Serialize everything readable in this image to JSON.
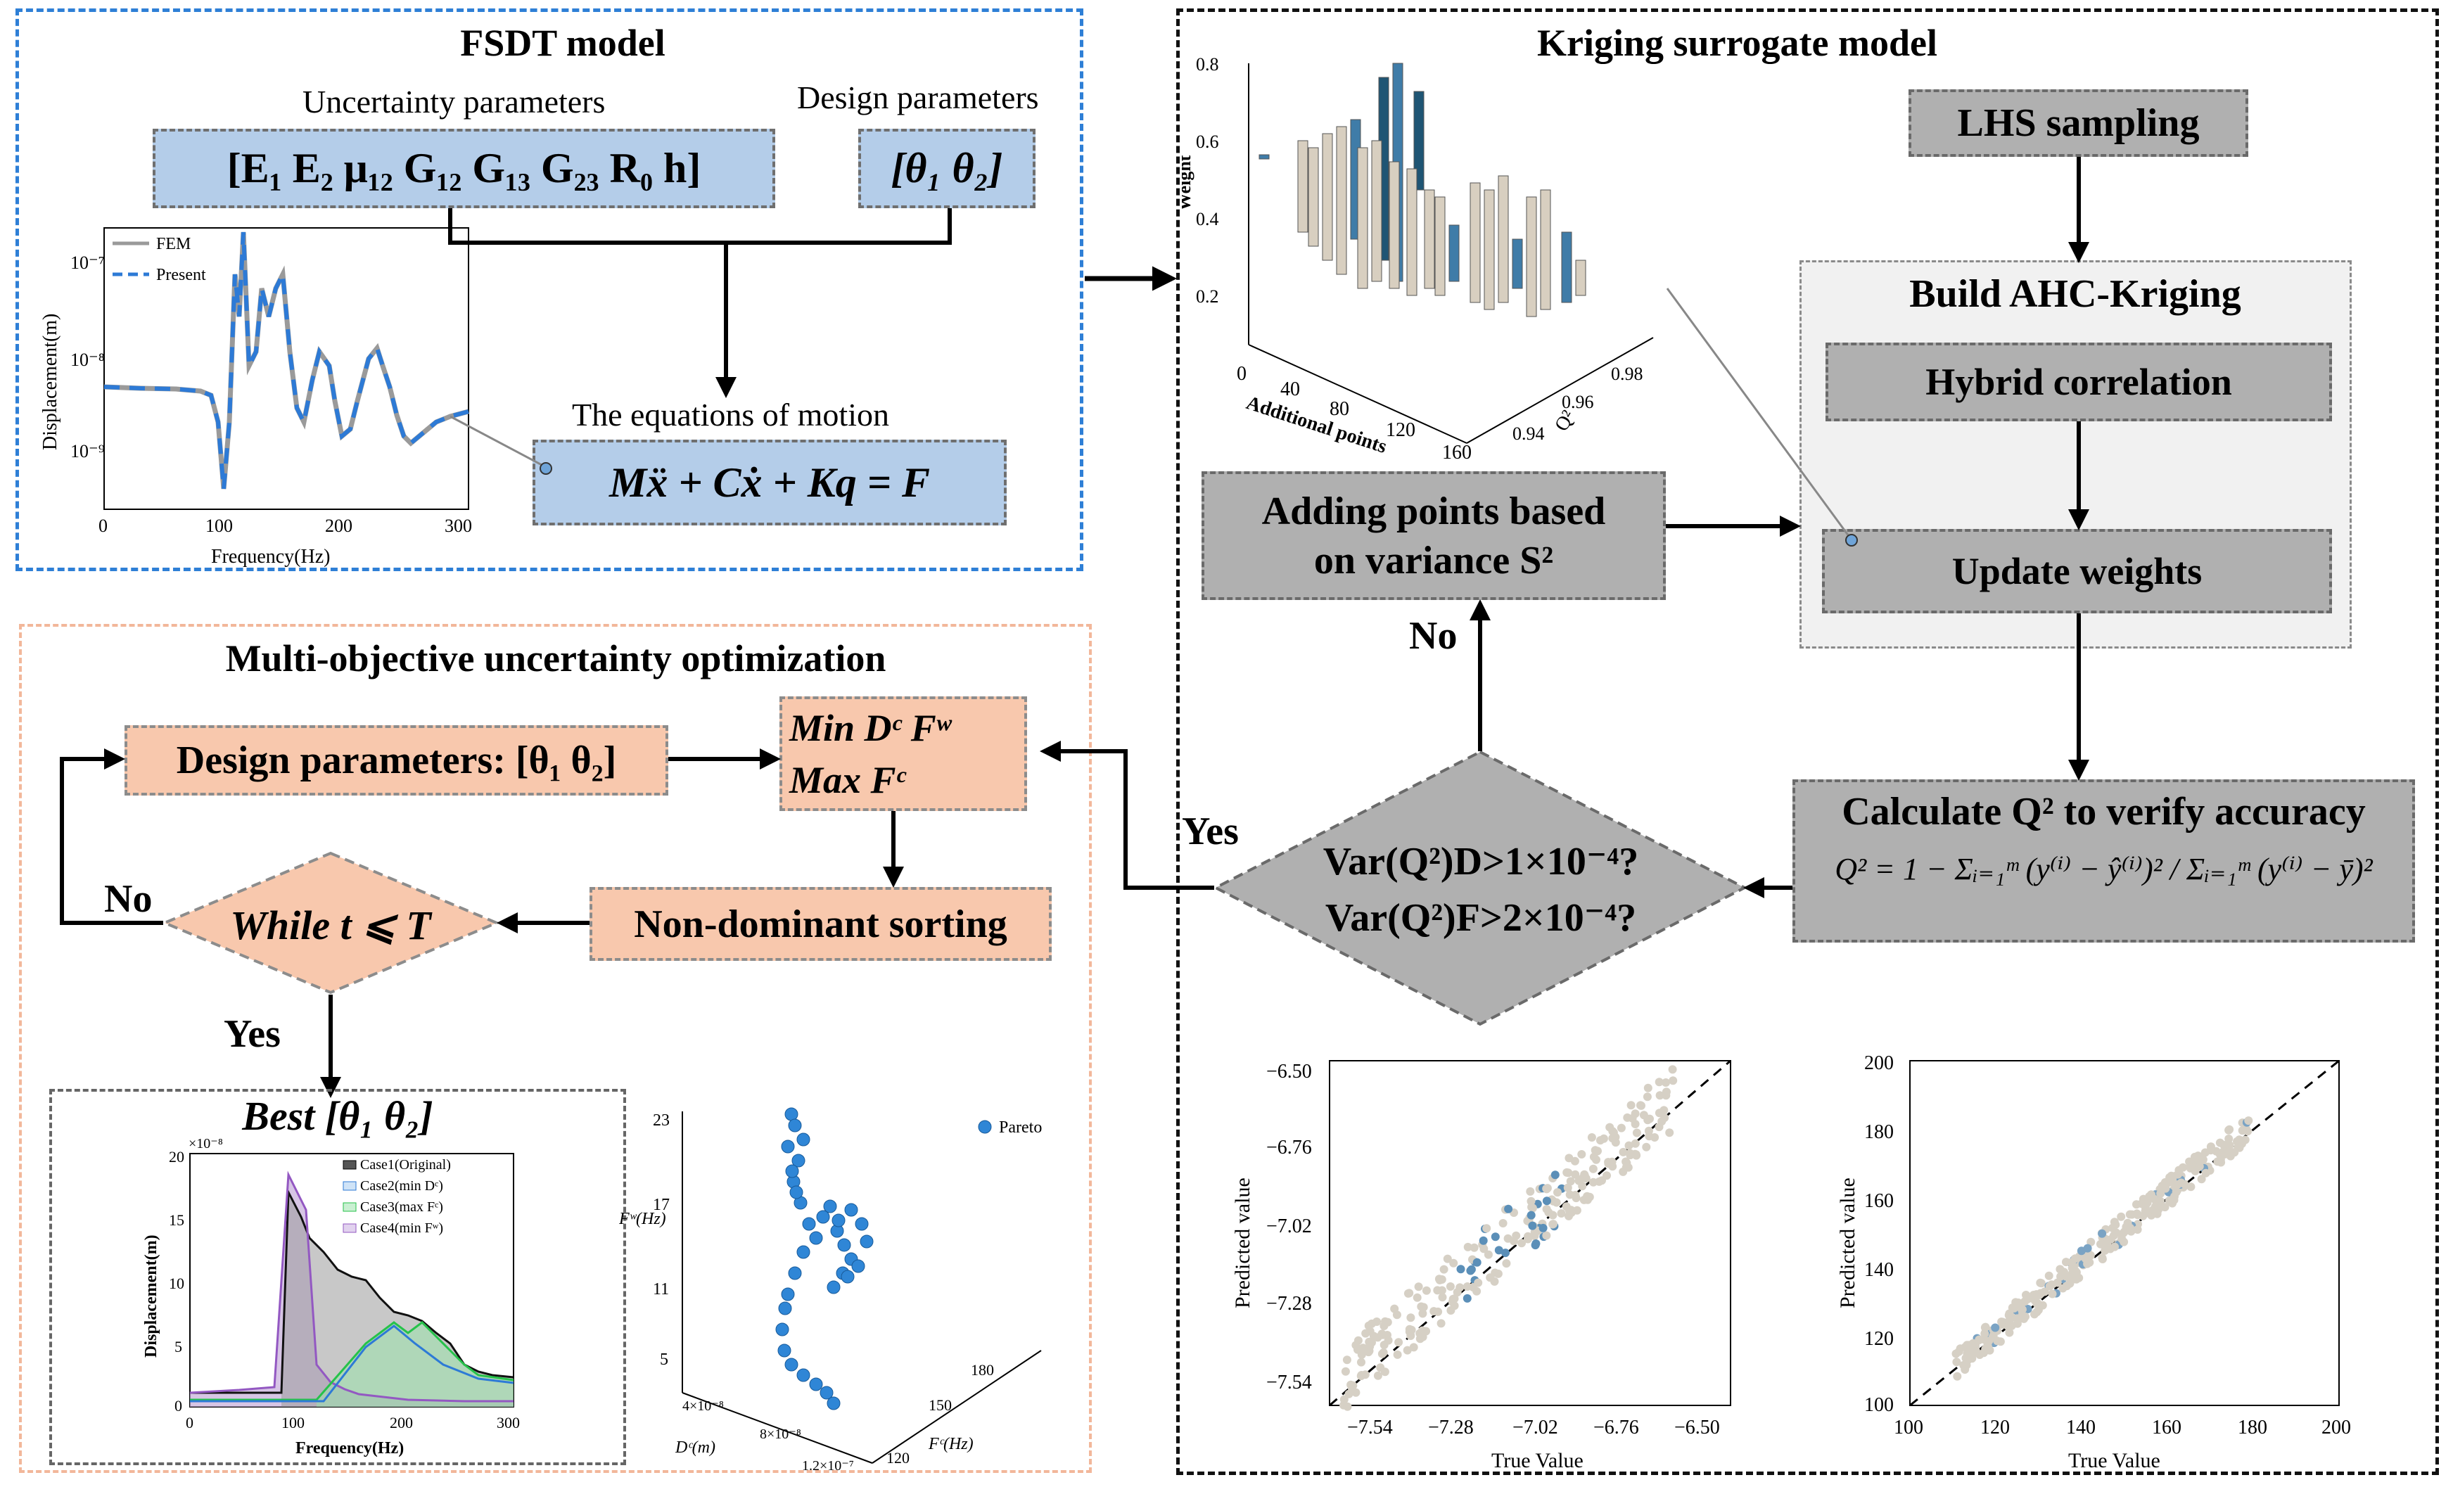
{
  "fsdt": {
    "title": "FSDT model",
    "uncertainty_label": "Uncertainty parameters",
    "uncertainty_vector": "[E₁ E₂ μ₁₂ G₁₂ G₁₃ G₂₃ R₀ h]",
    "design_label": "Design parameters",
    "design_vector": "[θ₁ θ₂]",
    "equations_label": "The equations of motion",
    "equation": "Mẍ + Cẋ + Kq = F",
    "plot": {
      "legend": [
        "FEM",
        "Present"
      ],
      "ylabel": "Displacement(m)",
      "xlabel": "Frequency(Hz)",
      "xticks": [
        "0",
        "100",
        "200",
        "300"
      ],
      "yticks": [
        "10⁻⁷",
        "10⁻⁸",
        "10⁻⁹"
      ]
    }
  },
  "kriging": {
    "title": "Kriging surrogate model",
    "lhs": "LHS sampling",
    "build": "Build AHC-Kriging",
    "hybrid": "Hybrid correlation",
    "update": "Update weights",
    "adding_line1": "Adding points based",
    "adding_line2": "on variance S²",
    "calculate": "Calculate Q² to verify accuracy",
    "formula": "Q² = 1 − Σᵢ₌₁ᵐ (y⁽ⁱ⁾ − ŷ⁽ⁱ⁾)² / Σᵢ₌₁ᵐ (y⁽ⁱ⁾ − ȳ)²",
    "decision_line1": "Var(Q²)D>1×10⁻⁴?",
    "decision_line2": "Var(Q²)F>2×10⁻⁴?",
    "no": "No",
    "yes": "Yes",
    "weight_chart": {
      "zlabel": "Weight",
      "zticks": [
        "0.8",
        "0.6",
        "0.4",
        "0.2"
      ],
      "xlabel": "Additional points",
      "xticks": [
        "0",
        "40",
        "80",
        "120",
        "160"
      ],
      "ylabel": "Q²",
      "yticks": [
        "0.94",
        "0.96",
        "0.98"
      ]
    },
    "scatter1": {
      "xlabel": "True Value",
      "ylabel": "Predicted value",
      "ticks": [
        "−7.54",
        "−7.28",
        "−7.02",
        "−6.76",
        "−6.50"
      ]
    },
    "scatter2": {
      "xlabel": "True Value",
      "ylabel": "Predicted value",
      "xticks": [
        "100",
        "120",
        "140",
        "160",
        "180",
        "200"
      ],
      "yticks": [
        "100",
        "120",
        "140",
        "160",
        "180",
        "200"
      ]
    }
  },
  "moo": {
    "title": "Multi-objective uncertainty optimization",
    "design": "Design parameters: [θ₁ θ₂]",
    "objective_line1": "Min  Dᶜ Fʷ",
    "objective_line2": "Max Fᶜ",
    "sorting": "Non-dominant sorting",
    "while": "While t ⩽ T",
    "no": "No",
    "yes": "Yes",
    "best": "Best [θ₁ θ₂]",
    "disp_chart": {
      "legend": [
        "Case1(Original)",
        "Case2(min Dᶜ)",
        "Case3(max Fᶜ)",
        "Case4(min Fʷ)"
      ],
      "ylabel": "Displacement(m)",
      "xlabel": "Frequency(Hz)",
      "exponent": "×10⁻⁸",
      "xticks": [
        "0",
        "100",
        "200",
        "300"
      ],
      "yticks": [
        "0",
        "5",
        "10",
        "15",
        "20"
      ]
    },
    "pareto": {
      "legend": "Pareto",
      "zlabel": "Fʷ(Hz)",
      "zticks": [
        "23",
        "17",
        "11",
        "5"
      ],
      "xlabel": "Dᶜ(m)",
      "xticks": [
        "4×10⁻⁸",
        "8×10⁻⁸",
        "1.2×10⁻⁷"
      ],
      "ylabel": "Fᶜ(Hz)",
      "yticks": [
        "120",
        "150",
        "180"
      ]
    }
  },
  "colors": {
    "blue_border": "#2e7fd6",
    "orange_border": "#f2b79a",
    "black_border": "#111111",
    "bar_blue": "#3f7ca8",
    "bar_beige": "#d8cfc0",
    "fill_purple": "#c9b1dc",
    "line_green": "#26c24a"
  }
}
